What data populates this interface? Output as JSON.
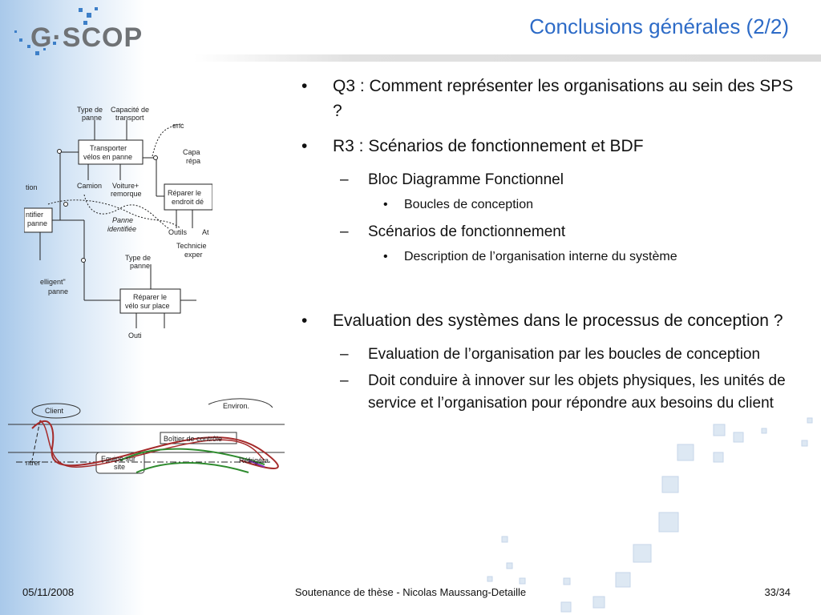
{
  "header": {
    "logo_text": "G·SCOP",
    "title": "Conclusions générales (2/2)"
  },
  "bullets": [
    {
      "level": 1,
      "text": "Q3 : Comment représenter les organisations au sein des SPS ?"
    },
    {
      "level": 1,
      "text": "R3 : Scénarios de fonctionnement et BDF"
    },
    {
      "level": 2,
      "text": "Bloc Diagramme Fonctionnel"
    },
    {
      "level": 3,
      "text": "Boucles de conception"
    },
    {
      "level": 2,
      "text": "Scénarios de fonctionnement"
    },
    {
      "level": 3,
      "text": "Description de l’organisation interne du système"
    },
    {
      "level": 1,
      "text": "Evaluation des systèmes dans le processus de conception ?"
    },
    {
      "level": 2,
      "text": "Evaluation de l’organisation par les boucles de conception"
    },
    {
      "level": 2,
      "text": "Doit conduire à innover sur les objets physiques, les unités de service et l’organisation pour répondre aux besoins du client"
    }
  ],
  "markers": {
    "l1": "•",
    "l2": "–",
    "l3": "•"
  },
  "figure1": {
    "labels": {
      "type_panne": "Type de panne",
      "type_panne_1": "Type de",
      "type_panne_2": "panne",
      "capacite_1": "Capacité de",
      "capacite_2": "transport",
      "transporter_1": "Transporter",
      "transporter_2": "vélos en panne",
      "camion": "Camion",
      "voiture_1": "Voiture+",
      "voiture_2": "remorque",
      "reparer_endroit_1": "Réparer le",
      "reparer_endroit_2": "endroit dé",
      "capa_right_1": "Capa",
      "capa_right_2": "répa",
      "panne_identifiee_1": "Panne",
      "panne_identifiee_2": "identifiée",
      "outils": "Outils",
      "at": "At",
      "technicie_1": "Technicie",
      "technicie_2": "exper",
      "identifier_1": "ntifier",
      "identifier_2": "panne",
      "tion": "tion",
      "enc": "enc",
      "intelligent_1": "elligent\"",
      "intelligent_2": "panne",
      "type_panne2_1": "Type de",
      "type_panne2_2": "panne",
      "reparer_place_1": "Réparer le",
      "reparer_place_2": "vélo sur place",
      "outi": "Outi"
    }
  },
  "figure2": {
    "labels": {
      "client": "Client",
      "environ": "Environ.",
      "boitier": "Boîtier de contrôle",
      "equipe_1": "Equipe sur",
      "equipe_2": "site",
      "refrigera": "Réfrigéra",
      "entrer": "ntrer"
    }
  },
  "footer": {
    "date": "05/11/2008",
    "center": "Soutenance de thèse - Nicolas Maussang-Detaille",
    "page": "33/34"
  }
}
